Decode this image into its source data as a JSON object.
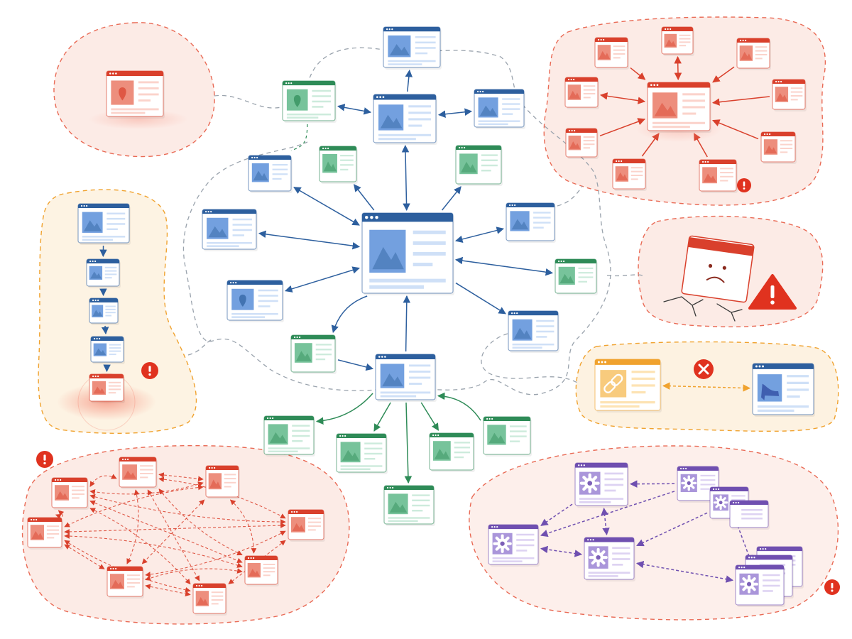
{
  "colors": {
    "blue": "#2d5f9e",
    "blue_img": "#5b8fd9",
    "green": "#2e8b57",
    "green_img": "#5fb88a",
    "red": "#d9402c",
    "red_img": "#ea7a66",
    "orange": "#f0a22e",
    "purple": "#6f4fb0",
    "zone_red": "#fbe4de",
    "zone_orange": "#fdf0dc",
    "alert": "#e0321f",
    "link_gray": "#9aa3ad"
  },
  "icons": {
    "alert": "exclamation-icon",
    "error": "close-icon",
    "warning": "warning-triangle-icon",
    "gear": "gear-icon",
    "link": "link-icon",
    "shoe": "shoe-icon",
    "pin": "map-pin-icon",
    "sad": "sad-face-icon"
  },
  "diagram": {
    "hub_page": "central",
    "structures": [
      "healthy-hub",
      "orphan-page",
      "deep-chain",
      "hub-and-spoke",
      "broken-page",
      "broken-link",
      "tangled-mesh",
      "duplicate-pages"
    ]
  }
}
